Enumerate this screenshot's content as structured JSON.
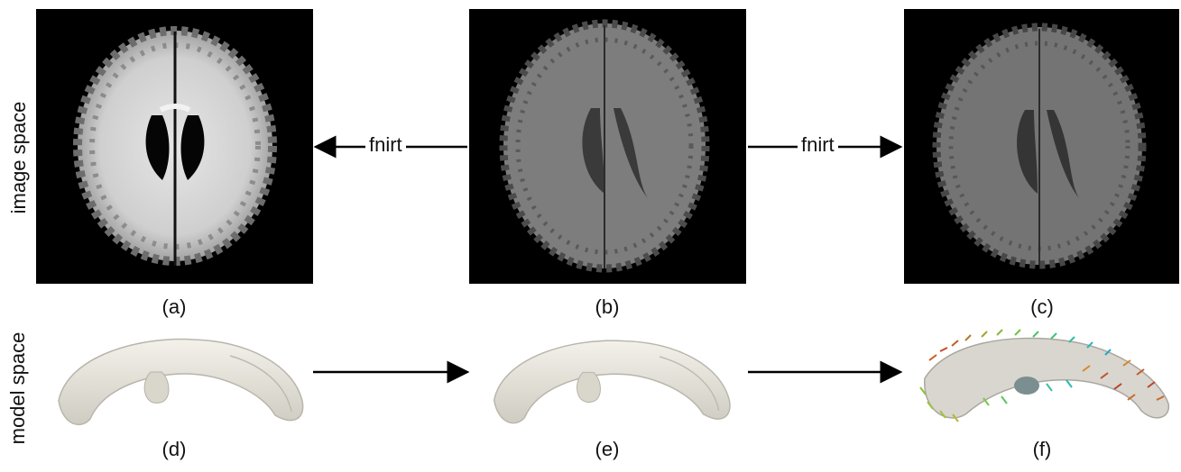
{
  "row_labels": {
    "top": "image space",
    "bottom": "model space"
  },
  "arrows": {
    "left_label": "fnirt",
    "right_label": "fnirt"
  },
  "captions": {
    "a": "(a)",
    "b": "(b)",
    "c": "(c)",
    "d": "(d)",
    "e": "(e)",
    "f": "(f)"
  }
}
